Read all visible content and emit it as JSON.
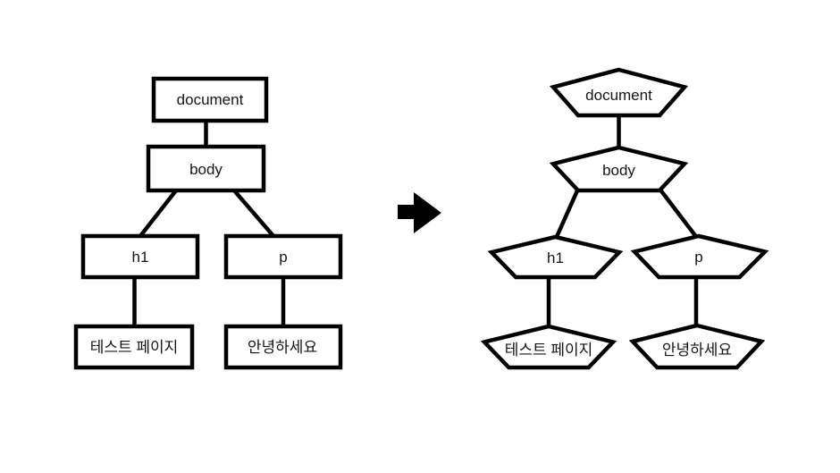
{
  "diagram": {
    "left_tree": {
      "node_shape": "rectangle",
      "nodes": [
        {
          "id": "document",
          "label": "document"
        },
        {
          "id": "body",
          "label": "body"
        },
        {
          "id": "h1",
          "label": "h1"
        },
        {
          "id": "p",
          "label": "p"
        },
        {
          "id": "h1-text",
          "label": "테스트 페이지"
        },
        {
          "id": "p-text",
          "label": "안녕하세요"
        }
      ],
      "edges": [
        [
          "document",
          "body"
        ],
        [
          "body",
          "h1"
        ],
        [
          "body",
          "p"
        ],
        [
          "h1",
          "h1-text"
        ],
        [
          "p",
          "p-text"
        ]
      ]
    },
    "right_tree": {
      "node_shape": "pentagon",
      "nodes": [
        {
          "id": "document",
          "label": "document"
        },
        {
          "id": "body",
          "label": "body"
        },
        {
          "id": "h1",
          "label": "h1"
        },
        {
          "id": "p",
          "label": "p"
        },
        {
          "id": "h1-text",
          "label": "테스트 페이지"
        },
        {
          "id": "p-text",
          "label": "안녕하세요"
        }
      ],
      "edges": [
        [
          "document",
          "body"
        ],
        [
          "body",
          "h1"
        ],
        [
          "body",
          "p"
        ],
        [
          "h1",
          "h1-text"
        ],
        [
          "p",
          "p-text"
        ]
      ]
    },
    "arrow": {
      "direction": "right"
    },
    "colors": {
      "stroke": "#000000",
      "node_fill": "#ffffff",
      "background": "#ffffff",
      "text": "#151515"
    }
  }
}
